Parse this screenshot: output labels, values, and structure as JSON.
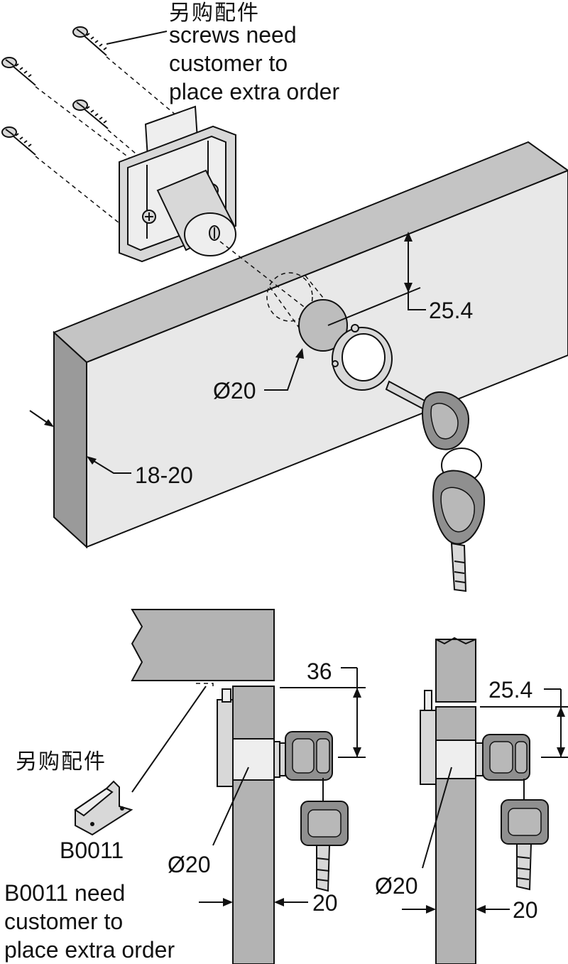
{
  "labels": {
    "extra_parts_cn_top": "另购配件",
    "screws_note_line1": "screws need",
    "screws_note_line2": "customer to",
    "screws_note_line3": "place extra order",
    "dim_center_height": "25.4",
    "dim_hole_diameter": "Ø20",
    "dim_panel_thickness": "18-20",
    "dim_left_height": "36",
    "dim_right_height": "25.4",
    "extra_parts_cn_bottom": "另购配件",
    "bracket_code": "B0011",
    "dim_left_diameter": "Ø20",
    "dim_right_diameter": "Ø20",
    "dim_left_thickness": "20",
    "dim_right_thickness": "20",
    "bracket_note_line1": "B0011 need",
    "bracket_note_line2": "customer to",
    "bracket_note_line3": "place extra order"
  },
  "colors": {
    "panel_face": "#e8e8e8",
    "panel_top": "#c4c4c4",
    "panel_side": "#9a9a9a",
    "wood_section": "#b3b3b3",
    "line": "#111111"
  }
}
